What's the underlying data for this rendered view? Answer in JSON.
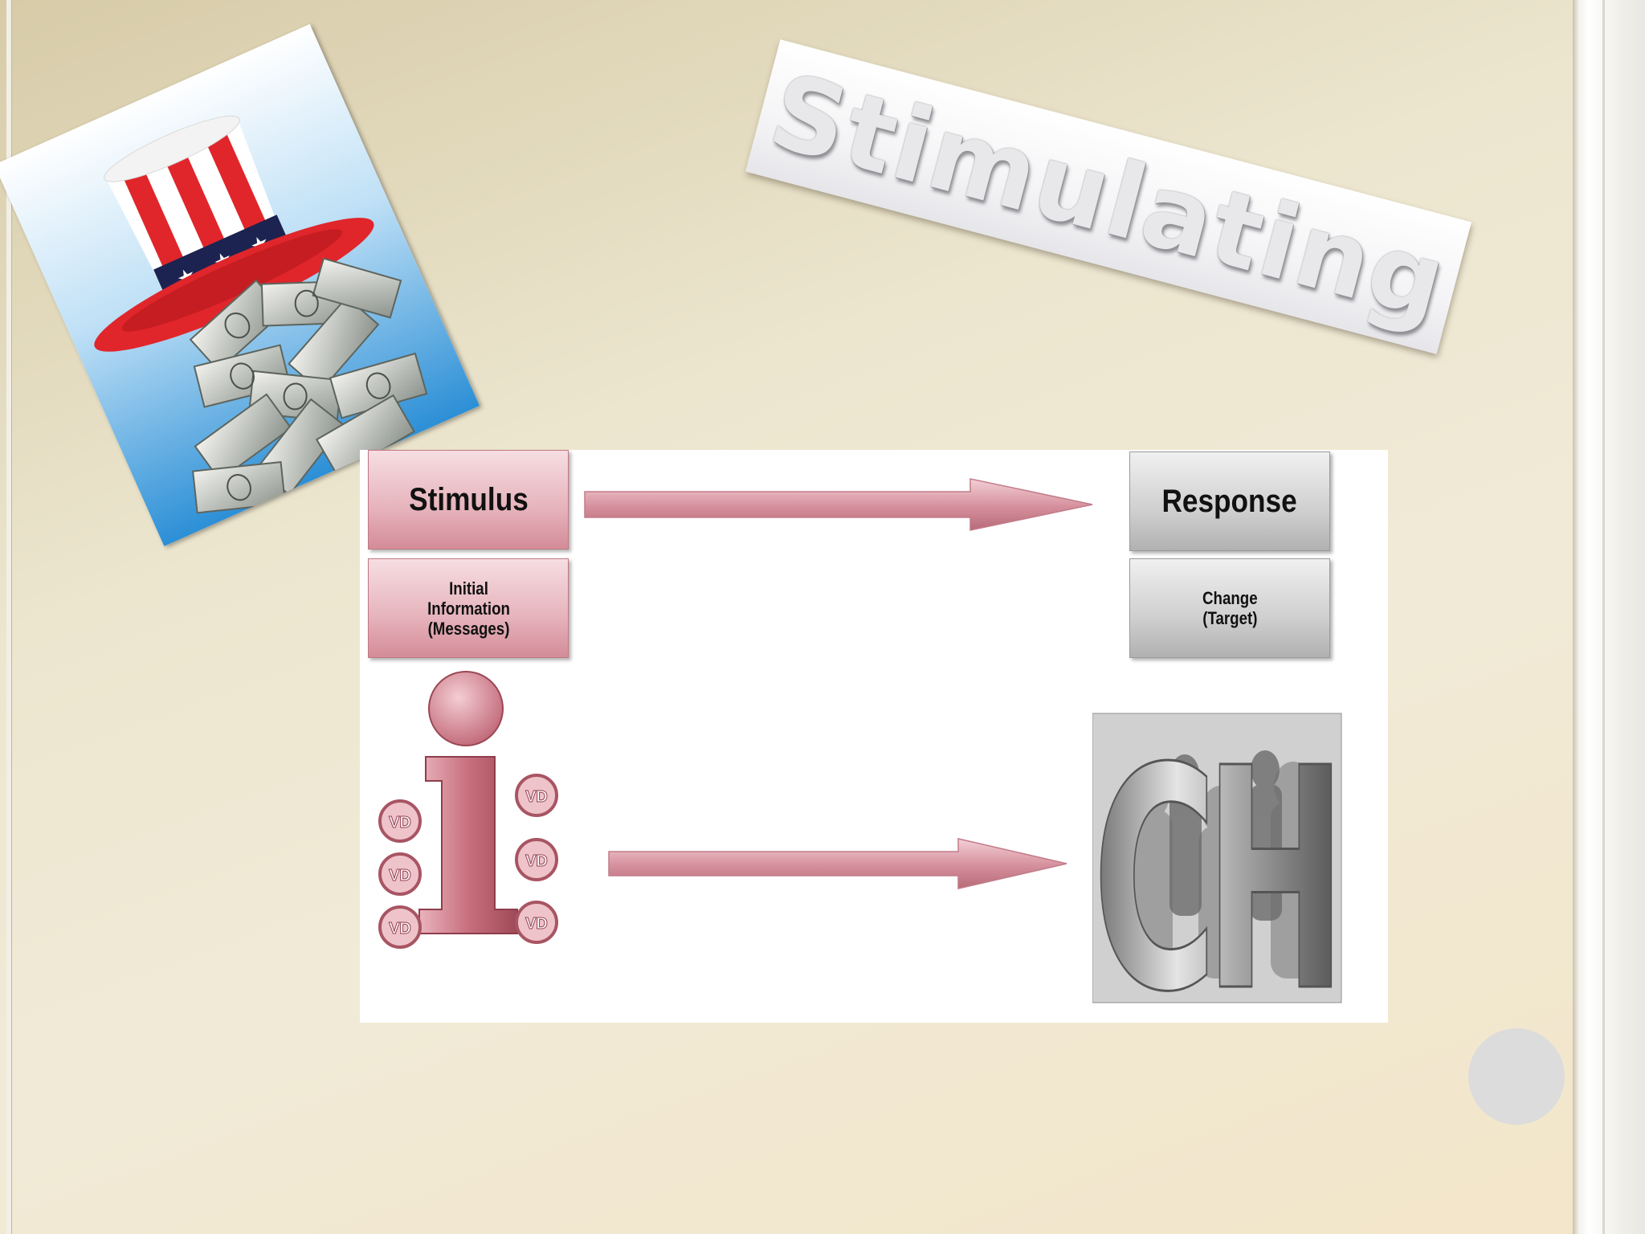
{
  "slide": {
    "title": "Stimulating"
  },
  "diagram": {
    "stimulus": {
      "label": "Stimulus",
      "sublabel": "Initial\nInformation\n(Messages)"
    },
    "response": {
      "label": "Response",
      "sublabel": "Change\n(Target)"
    },
    "info_icon_badges": [
      "VD",
      "VD",
      "VD",
      "VD",
      "VD",
      "VD"
    ],
    "change_icon_letters": "CH"
  },
  "colors": {
    "stimulus_pink": "#e6b2bb",
    "response_gray": "#cfcfcf",
    "arrow_pink": "#d58f9c"
  },
  "icons": {
    "photo": "uncle-sam-hat-money-icon",
    "info": "information-i-icon",
    "change": "change-ch-icon"
  }
}
